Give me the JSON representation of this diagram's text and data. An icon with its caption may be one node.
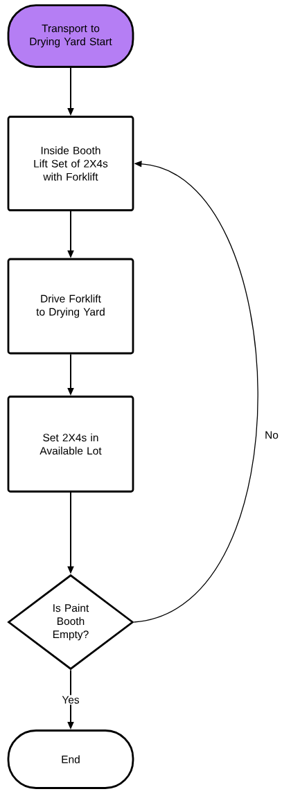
{
  "diagram": {
    "nodes": [
      {
        "text": [
          "Transport to Drying Yard Start"
        ]
      },
      {
        "text": [
          "Inside Booth Lift Set of 2X4s with Forklift"
        ]
      },
      {
        "text": [
          "Drive Forklift to Drying Yard"
        ]
      },
      {
        "text": [
          "Set 2X4s in Available Lot"
        ]
      },
      {
        "text": [
          "Is Paint Booth Empty?"
        ]
      },
      {
        "text": [
          "End"
        ]
      }
    ],
    "edges": [
      {
        "from": 0,
        "to": 1,
        "arrow": "to"
      },
      {
        "from": 1,
        "to": 2,
        "arrow": "to"
      },
      {
        "from": 2,
        "to": 3,
        "arrow": "to"
      },
      {
        "from": 3,
        "to": 4,
        "arrow": "to"
      },
      {
        "from": 4,
        "to": 1,
        "arrow": "to",
        "label": "No"
      },
      {
        "from": 4,
        "to": 5,
        "arrow": "to",
        "label": "Yes"
      }
    ]
  }
}
